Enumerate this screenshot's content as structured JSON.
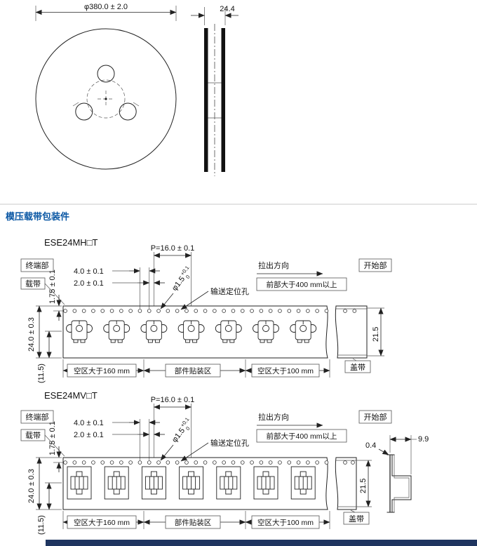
{
  "section": {
    "title": "模压载带包装件"
  },
  "reel": {
    "diameter": "φ380.0 ± 2.0",
    "width": "24.4"
  },
  "mh": {
    "title": "ESE24MH□T"
  },
  "mv": {
    "title": "ESE24MV□T"
  },
  "labels": {
    "pitch": "P=16.0 ± 0.1",
    "end": "终端部",
    "carrier": "载带",
    "dim40": "4.0 ± 0.1",
    "dim20": "2.0 ± 0.1",
    "hole_dia": "φ1.5",
    "hole_tol_plus": "+0.1",
    "hole_tol_zero": "0",
    "feed_hole": "输送定位孔",
    "pull_dir": "拉出方向",
    "start": "开始部",
    "front": "前部大于400 mm以上",
    "dim175": "1.75 ± 0.1",
    "dim240": "24.0 ± 0.3",
    "dim115": "(11.5)",
    "dim215": "21.5",
    "empty160": "空区大于160 mm",
    "mount_area": "部件贴装区",
    "empty100": "空区大于100 mm",
    "cover": "盖带",
    "dim04": "0.4",
    "dim99": "9.9"
  }
}
